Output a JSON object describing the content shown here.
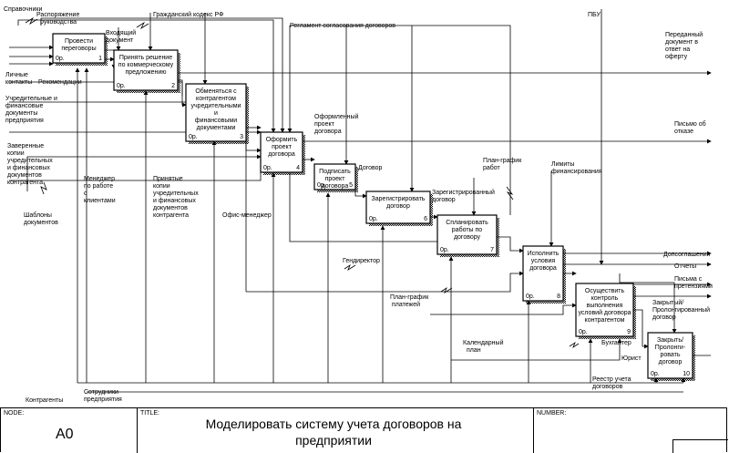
{
  "boxes": [
    {
      "id": "b1",
      "title": "Провести переговоры",
      "cost": "0р.",
      "num": "1"
    },
    {
      "id": "b2",
      "title": "Принять решение по коммерческому предложению",
      "cost": "0р.",
      "num": "2"
    },
    {
      "id": "b3",
      "title": "Обменяться с контрагентом учредительными и финансовыми документами",
      "cost": "0р.",
      "num": "3"
    },
    {
      "id": "b4",
      "title": "Оформить проект договора",
      "cost": "0р.",
      "num": "4"
    },
    {
      "id": "b5",
      "title": "Подписать проект договора",
      "cost": "0р.",
      "num": "5"
    },
    {
      "id": "b6",
      "title": "Зарегистрировать договор",
      "cost": "0р.",
      "num": "6"
    },
    {
      "id": "b7",
      "title": "Спланировать работы по договору",
      "cost": "0р.",
      "num": "7"
    },
    {
      "id": "b8",
      "title": "Исполнить условия договора",
      "cost": "0р.",
      "num": "8"
    },
    {
      "id": "b9",
      "title": "Осуществить контроль выполнения условий договора контрагентом",
      "cost": "0р.",
      "num": "9"
    },
    {
      "id": "b10",
      "title": "Закрыть/ Пролонгировать договор",
      "cost": "0р.",
      "num": "10"
    }
  ],
  "arrow_labels": {
    "spravochniki": "Справочники",
    "raspor": "Распоряжение руководства",
    "gk_rf": "Гражданский кодекс РФ",
    "reglament": "Регламент согласования договоров",
    "pbu": "ПБУ",
    "vhod_doc": "Входящий документ",
    "lichnye": "Личные контакты",
    "rekom": "Рекомендации",
    "uchred_fin": "Учредительные и финансовые документы предприятия",
    "zaverennye": "Заверенные копии учредительных и финансовых документов контрагента",
    "shablony": "Шаблоны документов",
    "manager": "Менеджер по работе с клиентами",
    "prinyatye": "Принятые копии учредительных и финансовых документов контрагента",
    "ofis_manager": "Офис-менеджер",
    "oformlenny": "Оформленный проект договора",
    "dogovor": "Договор",
    "zaregistr": "Зарегистрированный договор",
    "plan_grafik": "План-график работ",
    "limity": "Лимиты финансирования",
    "gendirektor": "Гендиректор",
    "plan_platezhey": "План-график платежей",
    "kalend_plan": "Календарный план",
    "buhgalter": "Бухгалтер",
    "jurist": "Юрист",
    "reestr": "Реестр учета договоров",
    "peredanny": "Переданный документ в ответ на оферту",
    "pismo_otkaz": "Письмо об отказе",
    "dopsogl": "Допсоглашения",
    "otchety": "Отчеты",
    "pisma_pretenz": "Письма с претензиями",
    "zakryty": "Закрытый/ Пролонгированный договор",
    "kontragenty": "Контрагенты",
    "sotrudniki": "Сотрудники предприятия"
  },
  "footer": {
    "node_label": "NODE:",
    "node_value": "A0",
    "title_label": "TITLE:",
    "title_value": "Моделировать систему учета договоров на предприятии",
    "number_label": "NUMBER:"
  }
}
